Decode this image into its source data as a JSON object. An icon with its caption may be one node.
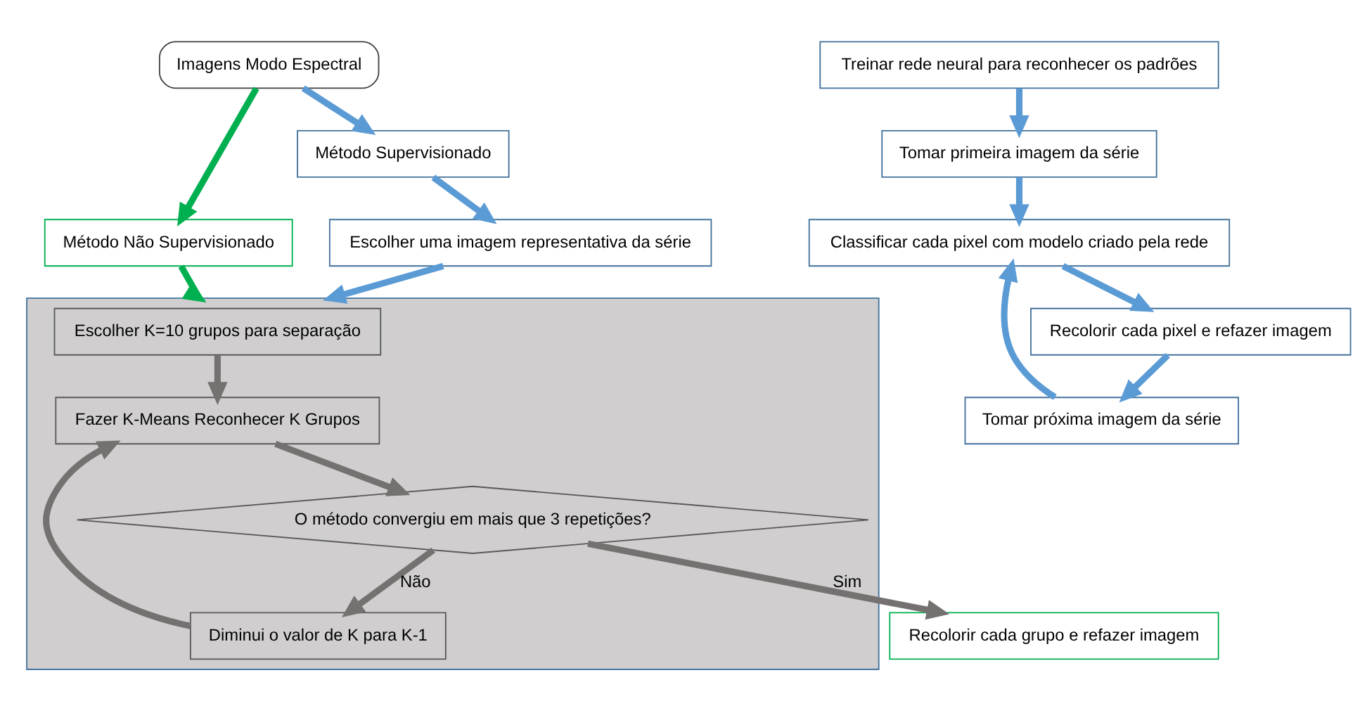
{
  "diagram": {
    "nodes": [
      {
        "text": [
          "Imagens Modo Espectral"
        ]
      },
      {
        "text": [
          "Método Não Supervisionado"
        ]
      },
      {
        "text": [
          "Método Supervisionado"
        ]
      },
      {
        "text": [
          "Escolher uma imagem representativa da série"
        ]
      },
      {
        "text": [],
        "shape": "box"
      },
      {
        "text": [
          "Escolher K=10 grupos para separação"
        ],
        "in": 4
      },
      {
        "text": [
          "Diminui o valor de K para K-1"
        ],
        "in": 4
      },
      {
        "text": [
          "Fazer K-Means Reconhecer K Grupos"
        ],
        "in": 4
      },
      {
        "text": [
          "O método convergiu em mais que 3 repetições?"
        ],
        "in": 4
      },
      {
        "text": [
          "Recolorir cada grupo e refazer imagem"
        ]
      },
      {
        "text": [
          "Treinar rede neural para reconhecer os padrões"
        ]
      },
      {
        "text": [
          "Tomar primeira imagem da série"
        ]
      },
      {
        "text": [
          "Tomar próxima imagem da série"
        ]
      },
      {
        "text": [
          "Classificar cada pixel com modelo criado pela rede"
        ]
      },
      {
        "text": [
          "Recolorir cada pixel e refazer imagem"
        ]
      }
    ],
    "edges": [
      {
        "from": 0,
        "to": 1,
        "arrow": "to",
        "color": "#00b050"
      },
      {
        "from": 0,
        "to": 2,
        "arrow": "to"
      },
      {
        "from": 1,
        "to": 4,
        "arrow": "to",
        "color": "#00b050"
      },
      {
        "from": 2,
        "to": 3,
        "arrow": "to"
      },
      {
        "from": 3,
        "to": 4,
        "arrow": "to"
      },
      {
        "from": 5,
        "to": 7,
        "arrow": "to",
        "color": "#767171"
      },
      {
        "from": 6,
        "to": 7,
        "arrow": "to",
        "color": "#767171"
      },
      {
        "from": 7,
        "to": 8,
        "arrow": "to",
        "color": "#767171"
      },
      {
        "from": 8,
        "to": 6,
        "arrow": "to",
        "label": "Não",
        "color": "#767171"
      },
      {
        "from": 8,
        "to": 9,
        "arrow": "to",
        "label": "Sim",
        "color": "#767171"
      },
      {
        "from": 10,
        "to": 11,
        "arrow": "to"
      },
      {
        "from": 11,
        "to": 13,
        "arrow": "to"
      },
      {
        "from": 12,
        "to": 13,
        "arrow": "to"
      },
      {
        "from": 13,
        "to": 14,
        "arrow": "to"
      },
      {
        "from": 14,
        "to": 12,
        "arrow": "to"
      }
    ]
  }
}
